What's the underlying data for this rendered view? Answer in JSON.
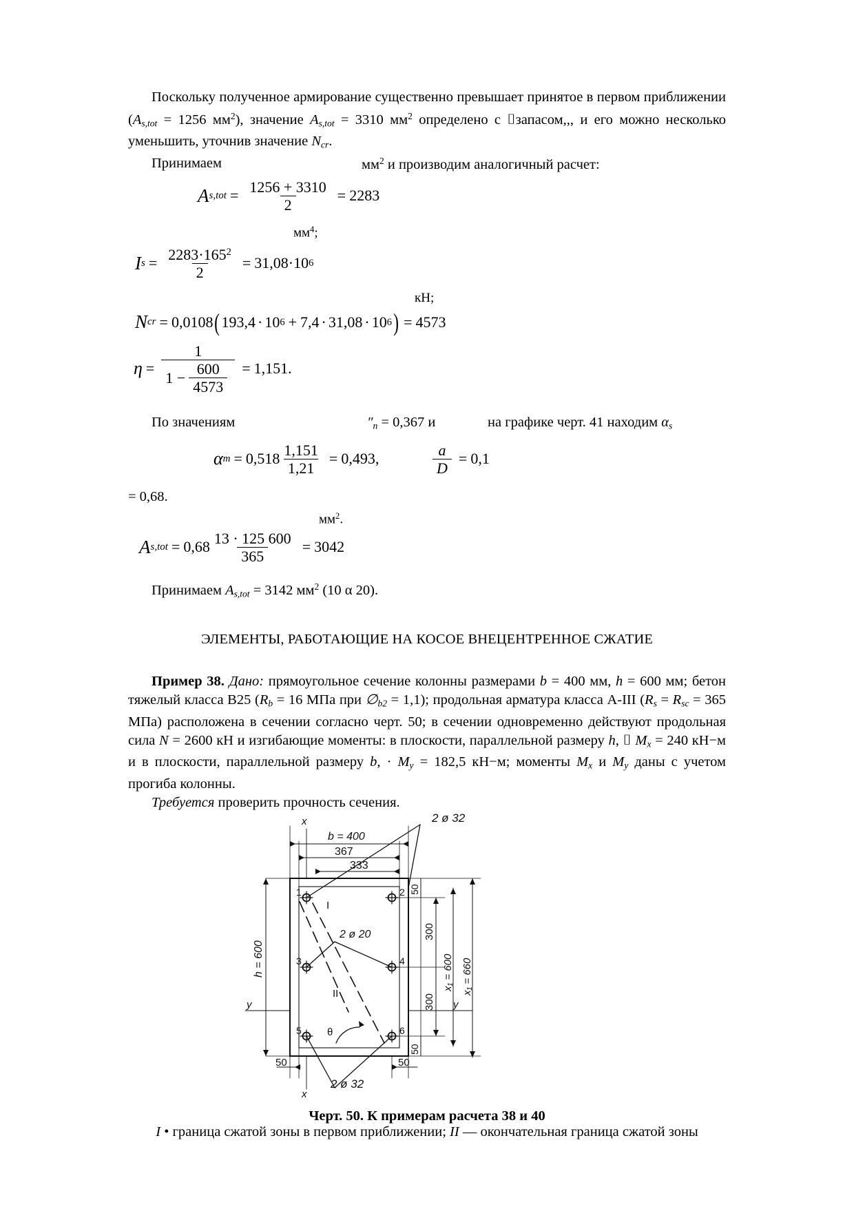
{
  "document": {
    "paragraph_1": {
      "text_a": "Поскольку полученное армирование существенно превышает принятое в первом приближении (",
      "sym_astot_1": "A",
      "sub_stot_1": "s,tot",
      "text_b": " = 1256 мм",
      "sup_2_a": "2",
      "text_c": "), значение ",
      "sym_astot_2": "A",
      "sub_stot_2": "s,tot",
      "text_d": " = 3310 мм",
      "sup_2_b": "2",
      "text_e": " определено с ⌷запасом,,, и его можно несколько уменьшить, уточнив значение ",
      "sym_ncr": "N",
      "sub_cr": "cr",
      "text_f": "."
    },
    "paragraph_2": {
      "lead": "Принимаем",
      "tail_unit": "мм",
      "tail_sup": "2",
      "tail": " и производим аналогичный расчет:"
    },
    "formula_astot_avg": {
      "lhs_sym": "A",
      "lhs_sub": "s,tot",
      "eq1": "=",
      "num": "1256 + 3310",
      "den": "2",
      "eq2": "=",
      "result": "2283"
    },
    "unit_mm4": {
      "text": "мм",
      "sup": "4",
      "tail": ";"
    },
    "formula_is": {
      "lhs_sym": "I",
      "lhs_sub": "s",
      "eq1": "=",
      "num_a": "2283",
      "dot": "·",
      "num_b": "165",
      "num_sup": "2",
      "den": "2",
      "eq2": "=",
      "result": "31,08",
      "result_dot": "·",
      "result_pow_base": "10",
      "result_pow_exp": "6"
    },
    "unit_kn": "кН;",
    "formula_ncr": {
      "lhs_sym": "N",
      "lhs_sub": "cr",
      "eq": "=",
      "coef": "0,0108",
      "open": "(",
      "t1": "193,4",
      "d1": "·",
      "t1b": "10",
      "t1sup": "6",
      "plus": "+",
      "t2": "7,4",
      "d2": "·",
      "t3": "31,08",
      "d3": "·",
      "t3b": "10",
      "t3sup": "6",
      "close": ")",
      "eq2": "=",
      "result": "4573"
    },
    "formula_eta": {
      "lhs_sym": "η",
      "eq": "=",
      "num": "1",
      "den_one": "1 −",
      "den_num": "600",
      "den_den": "4573",
      "eq2": "=",
      "result": "1,151."
    },
    "paragraph_3": {
      "lead": "По значениям",
      "mid_sym": "″",
      "mid_sub": "n",
      "mid_val": " = 0,367 и",
      "tail": "на графике черт. 41 находим ",
      "alpha_sym": "α",
      "alpha_sub": "s"
    },
    "formula_alpha_m": {
      "lhs_sym": "α",
      "lhs_sub": "m",
      "eq": "=",
      "coef": "0,518",
      "num": "1,151",
      "den": "1,21",
      "eq2": "=",
      "result": "0,493,"
    },
    "formula_a_over_d": {
      "num": "a",
      "den": "D",
      "eq": "=",
      "result": "0,1"
    },
    "line_eq068": "= 0,68.",
    "unit_mm2_dot": {
      "text": "мм",
      "sup": "2",
      "tail": "."
    },
    "formula_astot_final": {
      "lhs_sym": "A",
      "lhs_sub": "s,tot",
      "eq": "=",
      "coef": "0,68",
      "num": "13 · 125 600",
      "den": "365",
      "eq2": "=",
      "result": "3042"
    },
    "paragraph_4": {
      "lead": "Принимаем ",
      "sym": "A",
      "sub": "s,tot",
      "text": " = 3142 мм",
      "sup": "2",
      "tail": " (10 α 20)."
    },
    "section_heading": "ЭЛЕМЕНТЫ, РАБОТАЮЩИЕ НА КОСОЕ ВНЕЦЕНТРЕННОЕ СЖАТИЕ",
    "example_38": {
      "label": "Пример 38.",
      "given_label": "Дано:",
      "t1": " прямоугольное сечение колонны размерами ",
      "b_sym": "b",
      "t2": " = 400 мм, ",
      "h_sym": "h",
      "t3": " = 600 мм; бетон тяжелый класса В25 (",
      "rb_sym": "R",
      "rb_sub": "b",
      "t4": " = 16 МПа при ",
      "phi_sym": "∅",
      "phi_sub": "b2",
      "t5": " = 1,1); продольная арматура класса А-III (",
      "rs_sym": "R",
      "rs_sub": "s",
      "t6": " = ",
      "rsc_sym": "R",
      "rsc_sub": "sc",
      "t7": " = 365 МПа) расположена в сечении согласно черт. 50; в сечении одновременно действуют продольная сила ",
      "n_sym": "N",
      "t8": " = 2600 кН и изгибающие моменты: в плоскости, параллельной размеру ",
      "h_sym2": "h",
      "t9": ", ⌷ ",
      "mx_sym": "M",
      "mx_sub": "x",
      "t10": " = 240 кН−м и в плоскости, параллельной размеру ",
      "b_sym2": "b",
      "t11": ", · ",
      "my_sym": "M",
      "my_sub": "y",
      "t12": " = 182,5 кН−м; моменты ",
      "mx_sym2": "M",
      "mx_sub2": "x",
      "t13": "  и ",
      "my_sym2": "M",
      "my_sub2": "y",
      "t14": " даны с учетом прогиба колонны."
    },
    "required_line": {
      "label": "Требуется",
      "text": " проверить прочность сечения."
    },
    "figure": {
      "caption": "Черт. 50. К примерам расчета 38 и 40",
      "legend_1_sym": "I",
      "legend_1": " • граница сжатой зоны в первом приближении; ",
      "legend_2_sym": "II",
      "legend_2": " — окончательная граница сжатой зоны",
      "labels": {
        "top_rebar": "2 ø 32",
        "bottom_rebar": "2 ø 32",
        "mid_rebar": "2 ø 20",
        "b_dim": "b = 400",
        "dim_367": "367",
        "dim_333": "333",
        "h_dim": "h = 600",
        "x1_600": "x",
        "x1_600_sub": "1",
        "x1_600_val": " = 600",
        "x1_660": "x",
        "x1_660_sub": "1",
        "x1_660_val": " = 660",
        "dim_300_a": "300",
        "dim_300_b": "300",
        "dim_50_a": "50",
        "dim_50_b": "50",
        "dim_50_c": "50",
        "dim_50_d": "50",
        "bar_1": "1",
        "bar_2": "2",
        "bar_3": "3",
        "bar_4": "4",
        "bar_5": "5",
        "bar_6": "6",
        "axis_x_top": "x",
        "axis_x_bottom": "x",
        "axis_y_left": "y",
        "axis_y_right": "y",
        "line_I": "I",
        "line_II": "II",
        "theta": "θ"
      }
    }
  }
}
